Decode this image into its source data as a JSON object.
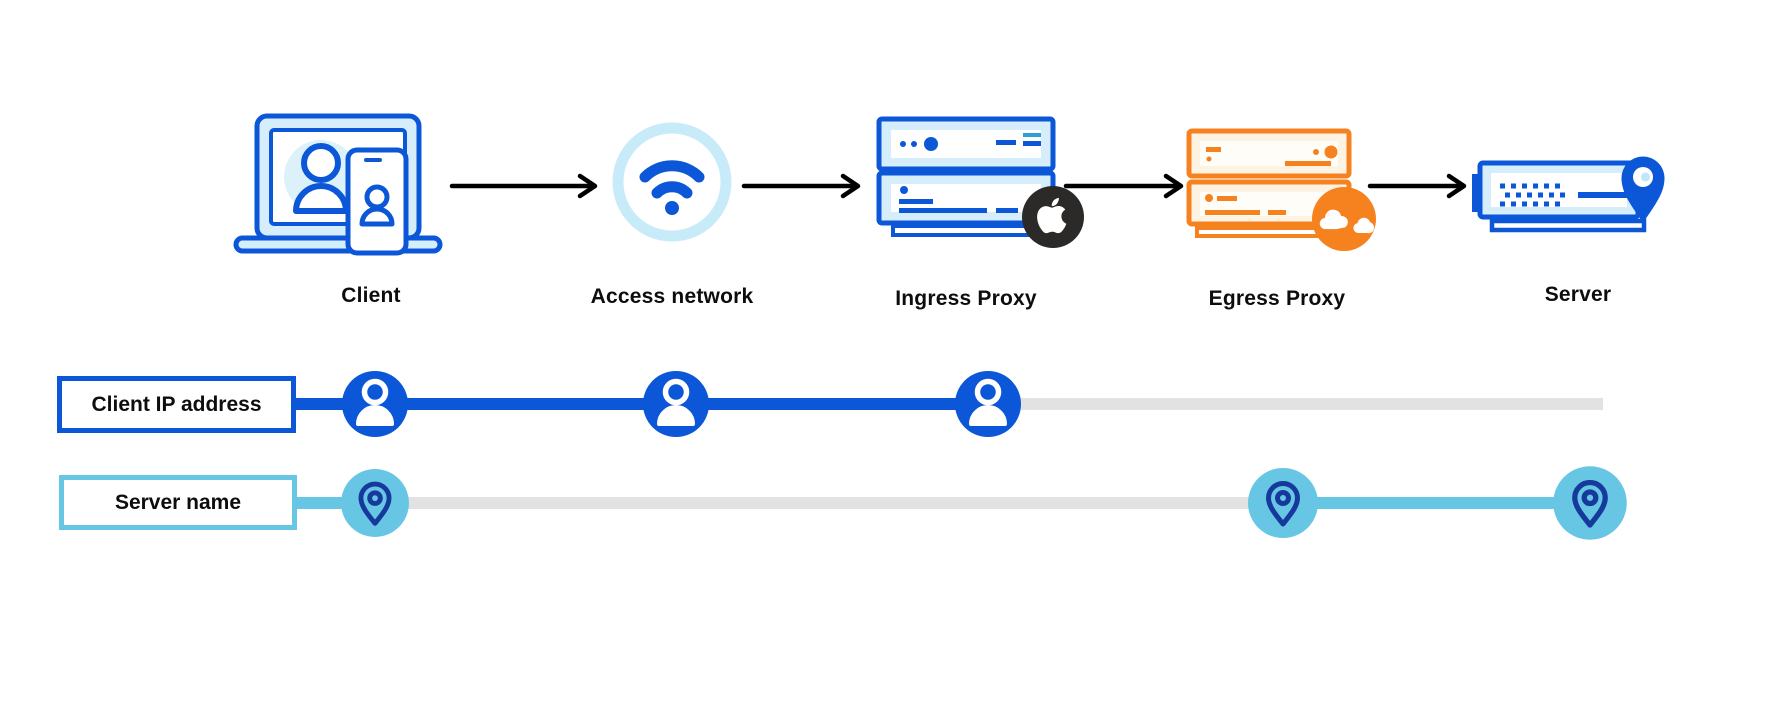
{
  "nodes": [
    {
      "label": "Client",
      "icon": "laptop-and-phone-with-user-icon"
    },
    {
      "label": "Access network",
      "icon": "wifi-icon"
    },
    {
      "label": "Ingress Proxy",
      "icon": "server-stack-icon",
      "badge": "apple-logo-icon"
    },
    {
      "label": "Egress Proxy",
      "icon": "server-stack-icon",
      "badge": "cloudflare-logo-icon"
    },
    {
      "label": "Server",
      "icon": "server-with-location-pin-icon"
    }
  ],
  "tracks": [
    {
      "label": "Client IP address",
      "marker_icon": "user-icon",
      "markers_at": [
        "Client",
        "Access network",
        "Ingress Proxy"
      ],
      "accent": "#0b57d8"
    },
    {
      "label": "Server name",
      "marker_icon": "location-pin-icon",
      "markers_at": [
        "Client",
        "Egress Proxy",
        "Server"
      ],
      "accent": "#68c6e5"
    }
  ],
  "colors": {
    "blue": "#0b57d8",
    "light_blue": "#68c6e5",
    "pale_blue_fill": "#d6eefb",
    "ring_blue": "#c7ebf8",
    "navy_pin": "#16399c",
    "orange": "#f6821f",
    "pale_orange_fill": "#fdf3e3",
    "badge_black": "#2b2a29",
    "track_gray": "#e2e2e2",
    "arrow_black": "#000000"
  }
}
